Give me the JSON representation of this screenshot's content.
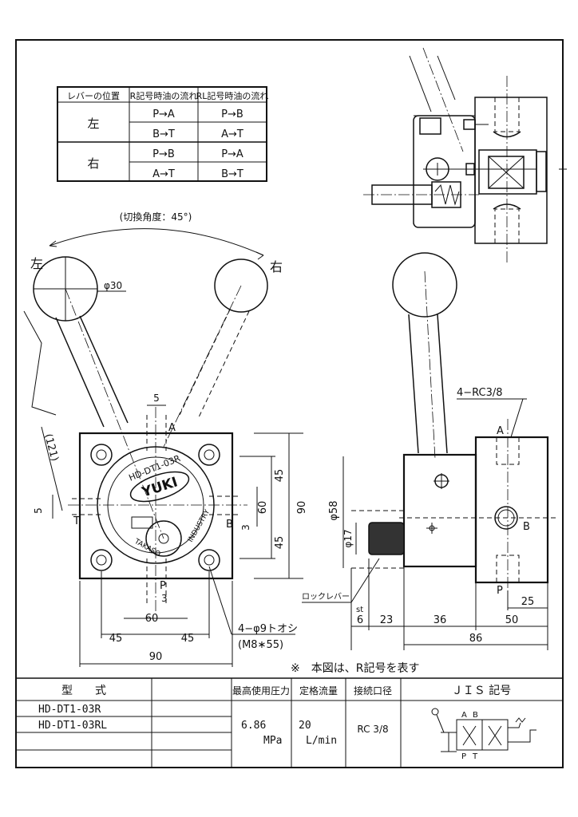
{
  "flow_table": {
    "headers": [
      "レバーの位置",
      "R記号時油の流れ",
      "RL記号時油の流れ"
    ],
    "groups": [
      {
        "position": "左",
        "rows": [
          {
            "r": "P→A",
            "rl": "P→B"
          },
          {
            "r": "B→T",
            "rl": "A→T"
          }
        ]
      },
      {
        "position": "右",
        "rows": [
          {
            "r": "P→B",
            "rl": "P→A"
          },
          {
            "r": "A→T",
            "rl": "B→T"
          }
        ]
      }
    ]
  },
  "front_view": {
    "switch_angle": "(切換角度：45°)",
    "left_label": "左",
    "right_label": "右",
    "ball_dia": "φ30",
    "lever_len": "(121)",
    "brand": "YUKI",
    "model_mark": "HD-DT1-03R",
    "maker": "TAKASO",
    "industry": "INDUSTRY",
    "port_a": "A",
    "port_b": "B",
    "port_p": "P",
    "port_t": "T",
    "dim_5_top": "5",
    "dim_5_left": "5",
    "dim_3_right": "3",
    "dim_3_bottom": "3",
    "dim_45_upper": "45",
    "dim_45_lower": "45",
    "dim_60_v": "60",
    "dim_90_v": "90",
    "dim_60_h": "60",
    "dim_45_h_left": "45",
    "dim_45_h_right": "45",
    "dim_90_h": "90",
    "hole_note_1": "4−φ9トオシ",
    "hole_note_2": "(M8∗55)"
  },
  "side_view": {
    "port_note": "4−RC3/8",
    "port_a": "A",
    "port_b": "B",
    "port_p": "P",
    "dia_58": "φ58",
    "dia_17": "φ17",
    "lock_lever": "ロックレバー",
    "st_label": "st",
    "dim_6": "6",
    "dim_23": "23",
    "dim_36": "36",
    "dim_50": "50",
    "dim_25": "25",
    "dim_86": "86"
  },
  "note": "※　本図は、R記号を表す",
  "spec_table": {
    "model_header": "型　　式",
    "models": [
      "HD-DT1-03R",
      "HD-DT1-03RL"
    ],
    "pressure_header": "最高使用圧力",
    "pressure_value": "6.86",
    "pressure_unit": "MPa",
    "flow_header": "定格流量",
    "flow_value": "20",
    "flow_unit": "L/min",
    "port_header": "接続口径",
    "port_value": "RC 3/8",
    "jis_header": "ＪＩＳ 記号",
    "jis_a": "A",
    "jis_b": "B",
    "jis_p": "P",
    "jis_t": "T"
  }
}
